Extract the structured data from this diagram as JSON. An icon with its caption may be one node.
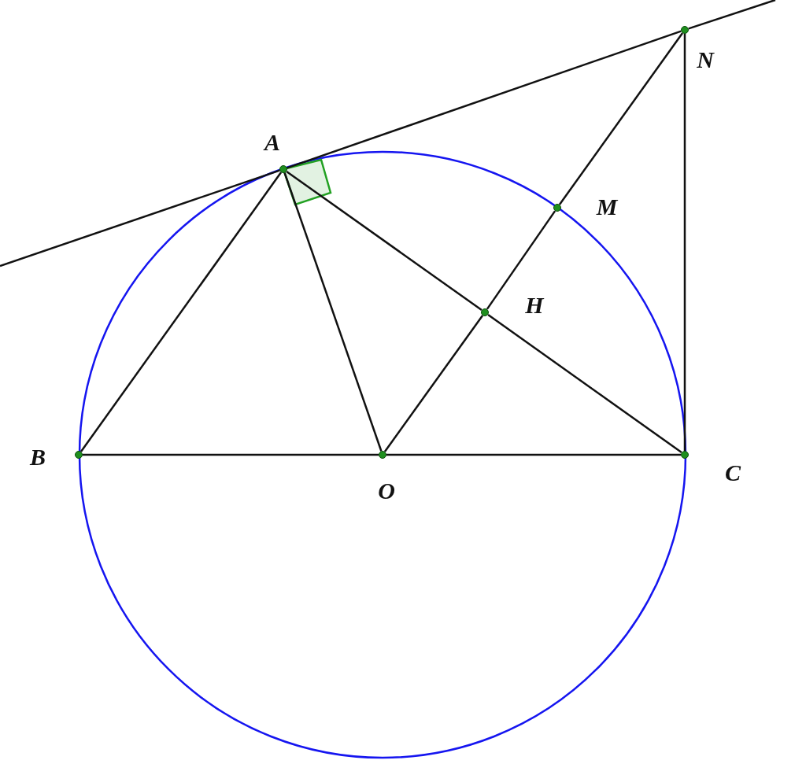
{
  "diagram": {
    "nodes": [
      {
        "text": [
          "A"
        ]
      },
      {
        "text": [
          "B"
        ]
      },
      {
        "text": [
          "O"
        ]
      },
      {
        "text": [
          "C"
        ]
      },
      {
        "text": [
          "H"
        ]
      },
      {
        "text": [
          "M"
        ]
      },
      {
        "text": [
          "N"
        ]
      }
    ],
    "edges": [
      {
        "from": 0,
        "to": 1,
        "arrow": "none"
      },
      {
        "from": 0,
        "to": 2,
        "arrow": "none"
      },
      {
        "from": 0,
        "to": 4,
        "arrow": "none"
      },
      {
        "from": 4,
        "to": 3,
        "arrow": "none"
      },
      {
        "from": 1,
        "to": 2,
        "arrow": "none"
      },
      {
        "from": 2,
        "to": 3,
        "arrow": "none"
      },
      {
        "from": 2,
        "to": 4,
        "arrow": "none"
      },
      {
        "from": 4,
        "to": 5,
        "arrow": "none"
      },
      {
        "from": 5,
        "to": 6,
        "arrow": "none"
      },
      {
        "from": 6,
        "to": 3,
        "arrow": "none"
      },
      {
        "from": 0,
        "to": 6,
        "arrow": "none"
      },
      {
        "from": null,
        "to": 0,
        "arrow": "none"
      },
      {
        "from": 6,
        "to": null,
        "arrow": "none"
      }
    ]
  }
}
